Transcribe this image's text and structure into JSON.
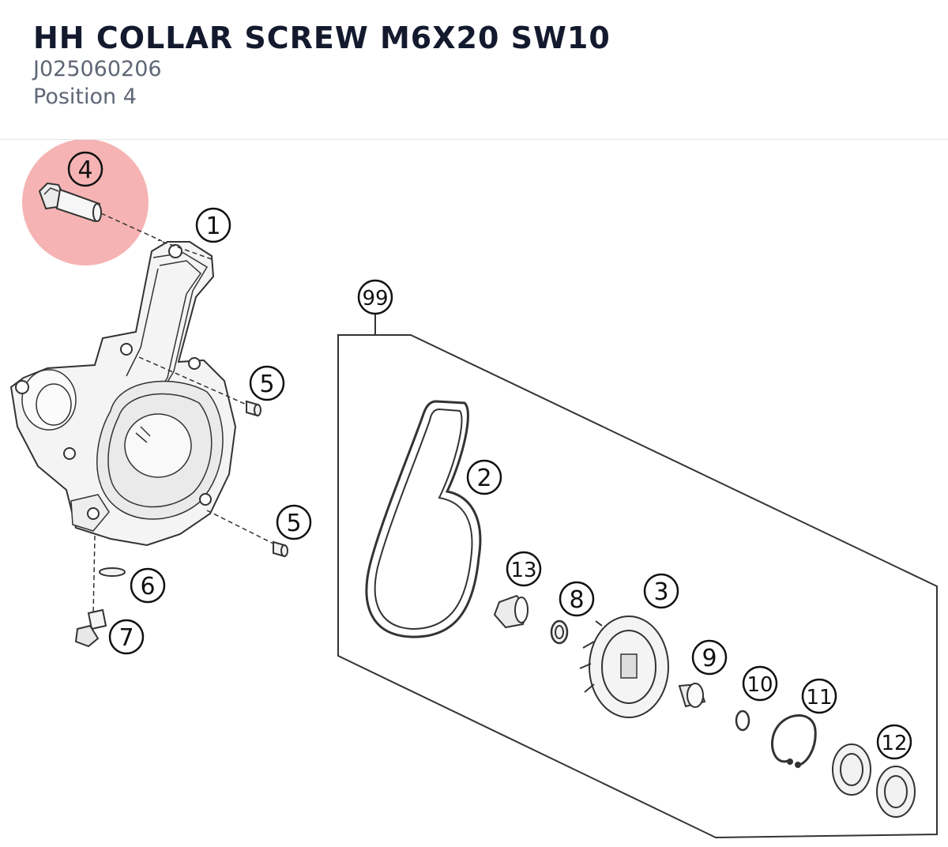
{
  "part": {
    "title": "HH COLLAR SCREW M6X20 SW10",
    "part_number": "J025060206",
    "position": "Position 4"
  },
  "diagram": {
    "highlight_color": "#f08080",
    "callouts": [
      "4",
      "1",
      "99",
      "5",
      "5",
      "2",
      "13",
      "8",
      "3",
      "6",
      "7",
      "9",
      "10",
      "11",
      "12"
    ]
  }
}
